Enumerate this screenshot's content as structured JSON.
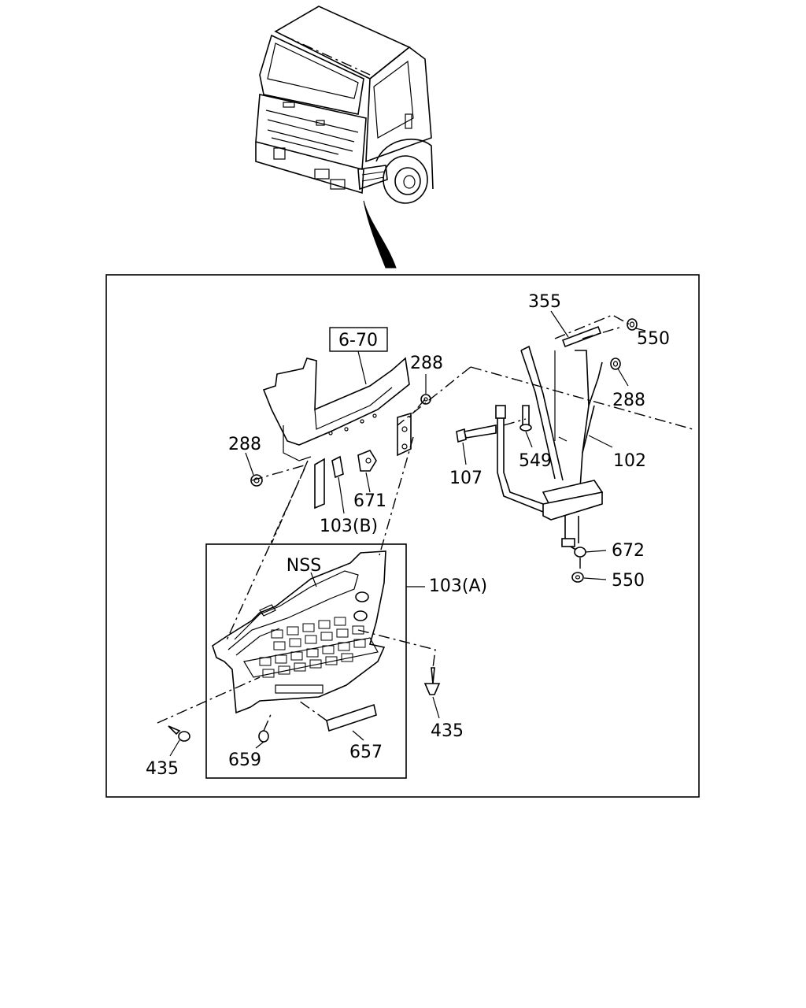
{
  "reference_label": "6-70",
  "callouts": {
    "p355": "355",
    "p550_top": "550",
    "p288_top": "288",
    "p288_right": "288",
    "p288_left": "288",
    "p102": "102",
    "p549": "549",
    "p107": "107",
    "p671": "671",
    "p103b": "103(B)",
    "p672": "672",
    "p550_bottom": "550",
    "p103a": "103(A)",
    "nss": "NSS",
    "p435_right": "435",
    "p435_left": "435",
    "p659": "659",
    "p657": "657"
  }
}
